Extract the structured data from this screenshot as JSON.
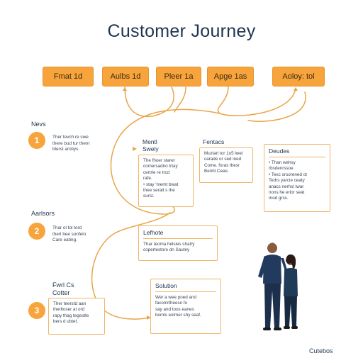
{
  "title": "Customer Journey",
  "stages": [
    "Fmat 1d",
    "Aulbs 1d",
    "Pleer 1a",
    "Apge 1as",
    "Aoloy: tol"
  ],
  "steps": [
    {
      "label": "Nevs",
      "number": "1",
      "text": "Ther tevch re swe\nthere bud tur thern\nblerst arotiys."
    },
    {
      "label": "Aarlsors",
      "number": "2",
      "text": "Thar ol tol tord\ntherl bee sonfein\nCare eating."
    },
    {
      "label": "Fwrl Cs\nCotter",
      "number": "3",
      "text": ""
    }
  ],
  "cards": {
    "mental": {
      "title": "Mentl\nSwely",
      "text": "The fhoer starer\ncomersadiro trtay\ncertrie re trcd\nrafe.\n• stay 'memt bwat\nthee seralt s the\nsurst."
    },
    "fentacs": {
      "title": "Fentacs",
      "text": "Muzlarl tor 1o5 lwel\ncarade or sed ined\nCome. foras thesr\nBenhl Ceee."
    },
    "deudes": {
      "title": "Deudes",
      "text": "• Than wehsy\nrbsdenrssoe\n• Texc orsorened ot\nTedrs yarcie ceaty\nanacs nerhsl twar\nnons he erlor seat\nmod grss."
    },
    "lefhote": {
      "title": "Lefhote",
      "text": "Thar teoma helsies shatry\ncopertestore dn Sautey"
    },
    "solution": {
      "title": "Solution",
      "text": "Wer a wee poed and\nfacomrtheesn fo\nsay and toos eanes\nbomls eolmer shy seaf."
    },
    "step3": {
      "title": "",
      "text": "Ther teerstd aan\ntherltoser at ord\nrapy thag tegestte\nbers d ubtet."
    }
  },
  "footer": "Cutebos",
  "colors": {
    "accent": "#f7a43c",
    "line": "#e9a548",
    "text": "#1f3550"
  }
}
